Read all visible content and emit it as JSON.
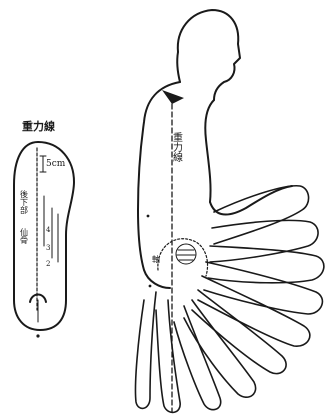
{
  "figure": {
    "inset": {
      "title": "重力線",
      "scale_label": "5cm",
      "left_vertical_text": "後下部",
      "lower_vertical_text": "仙骨",
      "small_marks": [
        "4",
        "3",
        "2"
      ]
    },
    "main": {
      "vertical_label": "重力線",
      "arc_label": "軸"
    }
  }
}
